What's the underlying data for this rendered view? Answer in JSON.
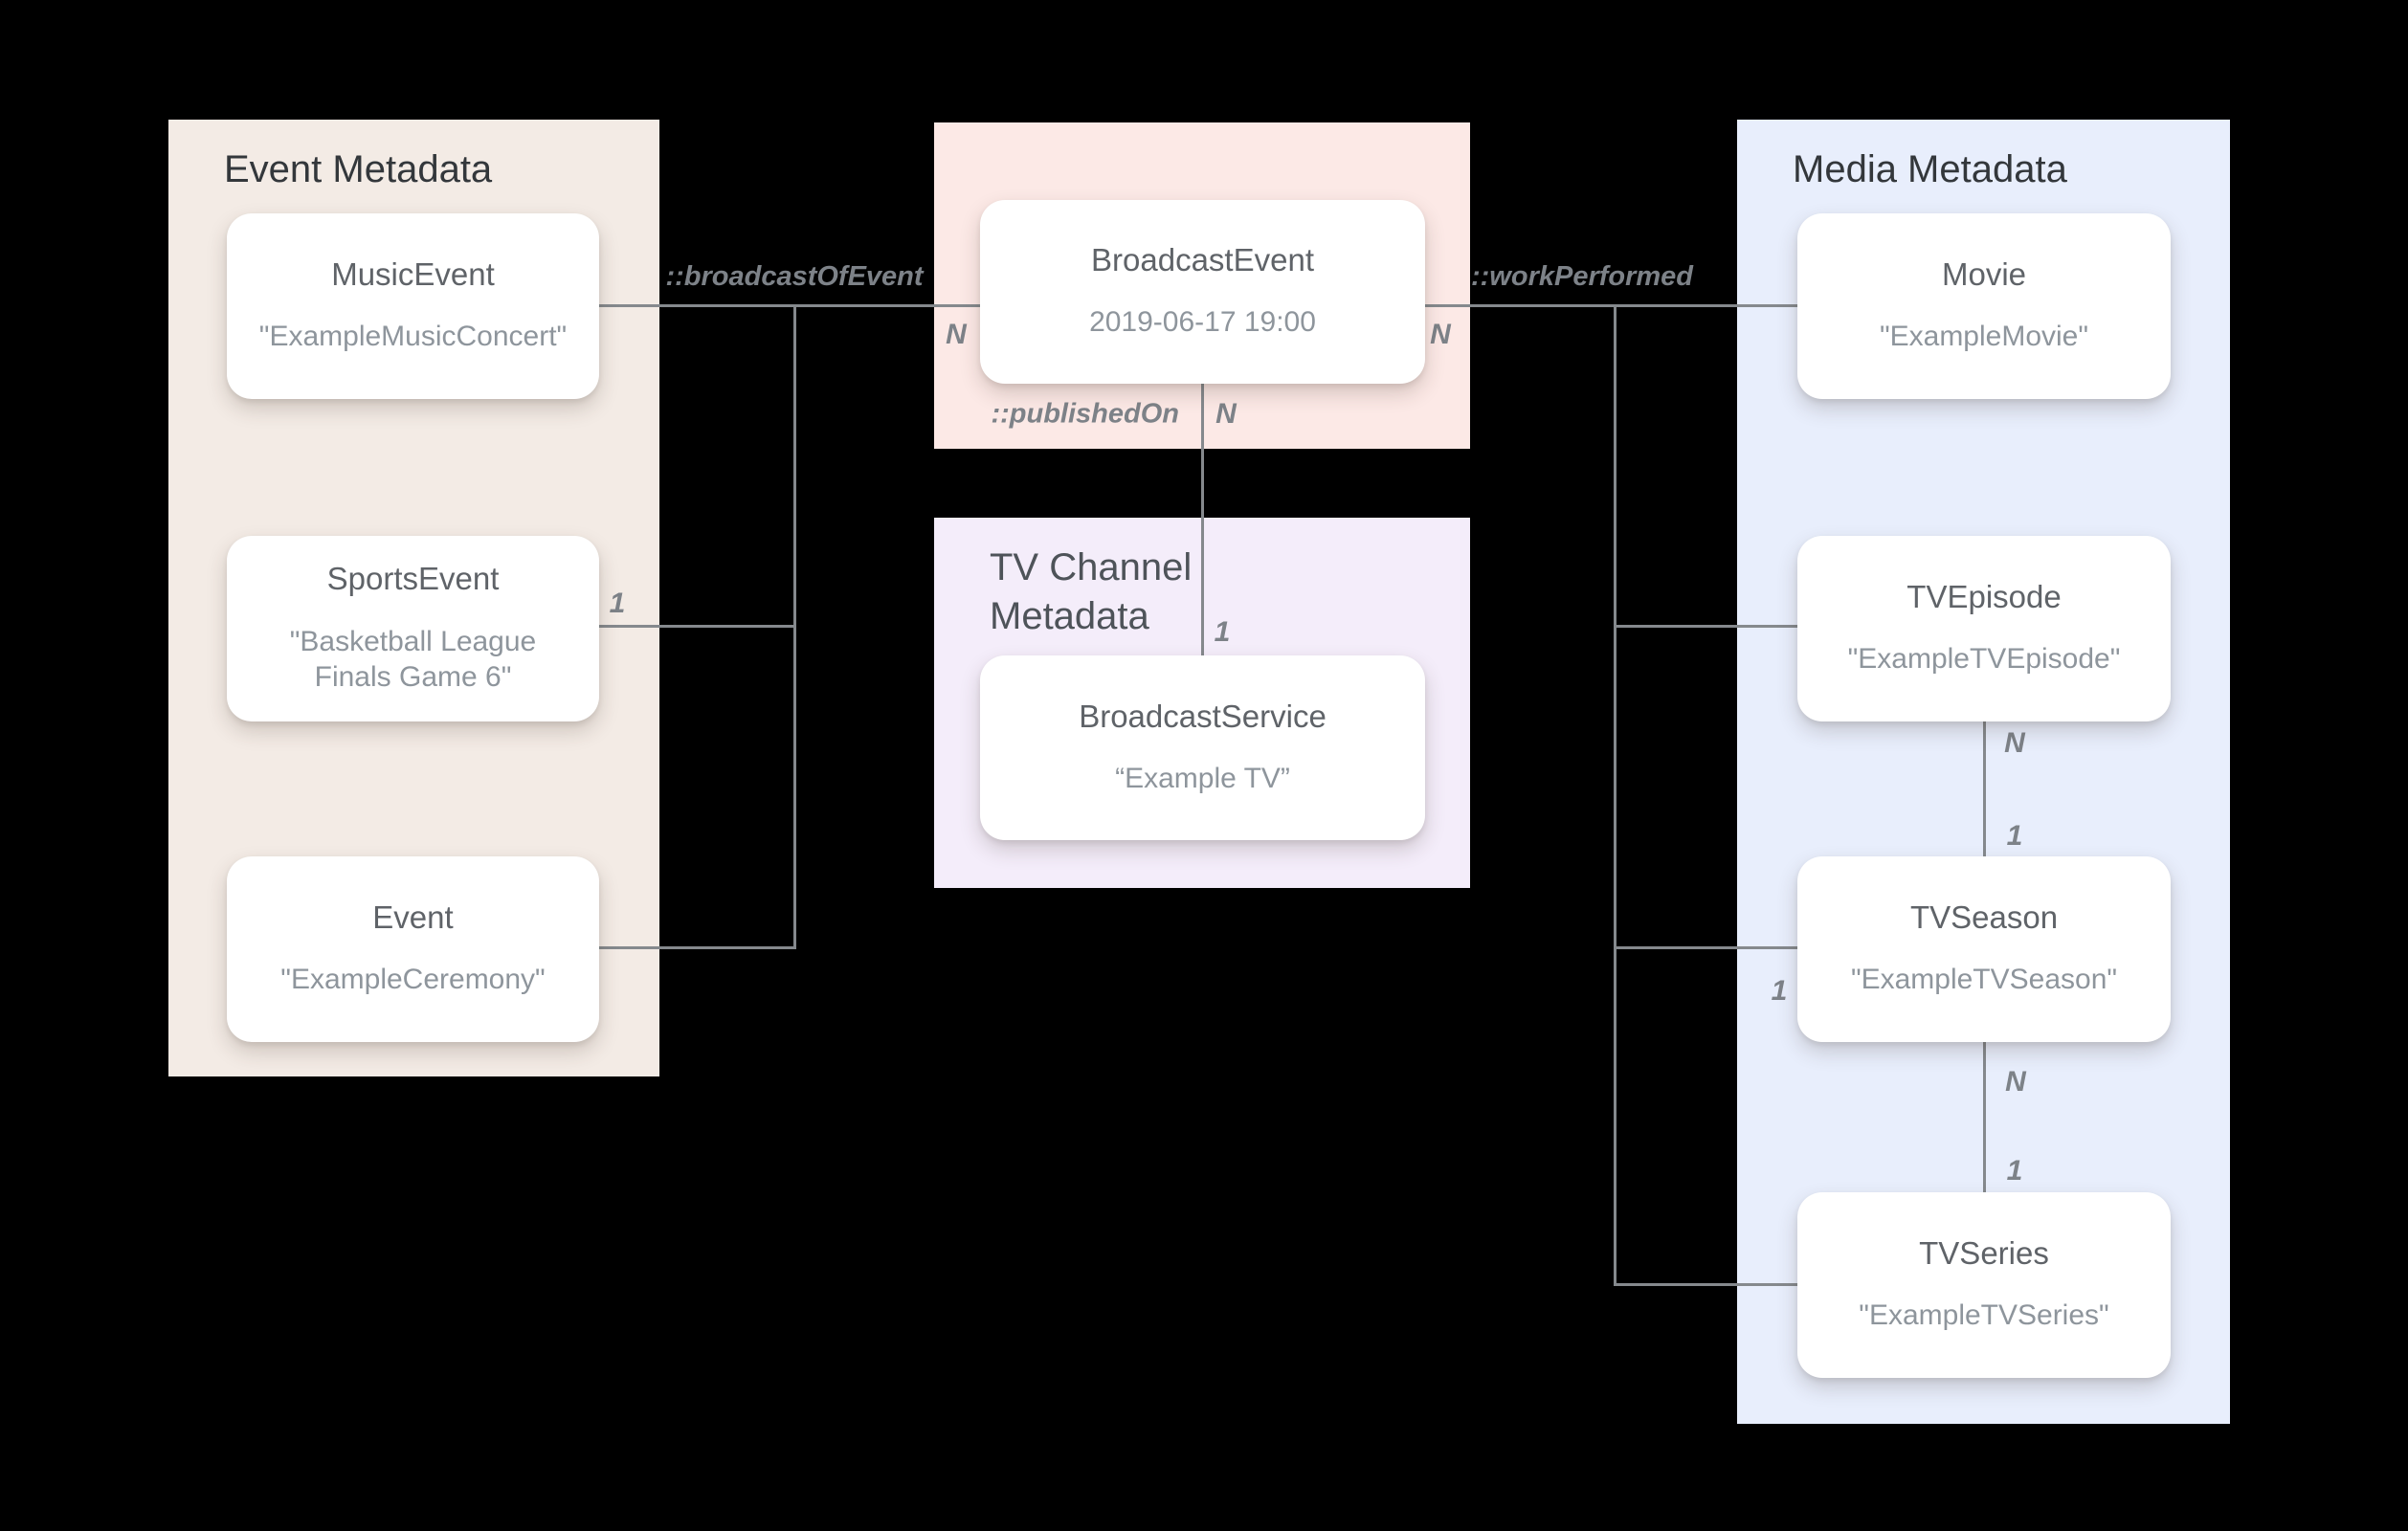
{
  "diagram": {
    "background_color": "#000000",
    "line_color": "#85898d",
    "panels": {
      "event": {
        "title": "Event Metadata",
        "background_color": "#f3ebe5",
        "cards": [
          {
            "title": "MusicEvent",
            "subtitle": "\"ExampleMusicConcert\""
          },
          {
            "title": "SportsEvent",
            "subtitle": "\"Basketball League Finals Game 6\""
          },
          {
            "title": "Event",
            "subtitle": "\"ExampleCeremony\""
          }
        ]
      },
      "broadcast": {
        "background_color": "#fce9e6",
        "card": {
          "title": "BroadcastEvent",
          "subtitle": "2019-06-17 19:00"
        }
      },
      "channel": {
        "title": "TV Channel\nMetadata",
        "background_color": "#f4edfa",
        "card": {
          "title": "BroadcastService",
          "subtitle": "“Example TV”"
        }
      },
      "media": {
        "title": "Media Metadata",
        "background_color": "#e8eefc",
        "cards": [
          {
            "title": "Movie",
            "subtitle": "\"ExampleMovie\""
          },
          {
            "title": "TVEpisode",
            "subtitle": "\"ExampleTVEpisode\""
          },
          {
            "title": "TVSeason",
            "subtitle": "\"ExampleTVSeason\""
          },
          {
            "title": "TVSeries",
            "subtitle": "\"ExampleTVSeries\""
          }
        ]
      }
    },
    "relations": {
      "broadcast_of_event": "::broadcastOfEvent",
      "published_on": "::publishedOn",
      "work_performed": "::workPerformed"
    },
    "multiplicities": {
      "n_broadcast_left": "N",
      "n_broadcast_right": "N",
      "n_published": "N",
      "one_service": "1",
      "one_sports": "1",
      "one_season_stub": "1",
      "n_episode": "N",
      "one_season_top": "1",
      "n_season": "N",
      "one_series_top": "1"
    }
  }
}
